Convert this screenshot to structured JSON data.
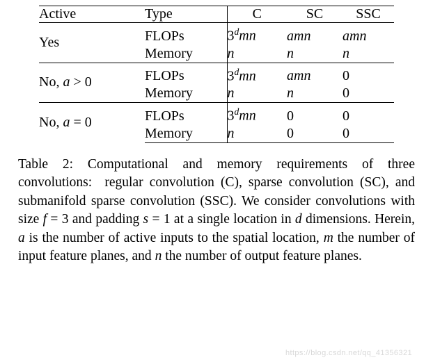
{
  "table": {
    "headers": {
      "active": "Active",
      "type": "Type",
      "c": "C",
      "sc": "SC",
      "ssc": "SSC"
    },
    "groups": [
      {
        "active": "Yes",
        "rows": [
          {
            "type": "FLOPs",
            "c": "3ᵈmn",
            "sc": "amn",
            "ssc": "amn"
          },
          {
            "type": "Memory",
            "c": "n",
            "sc": "n",
            "ssc": "n"
          }
        ]
      },
      {
        "active": "No, a > 0",
        "rows": [
          {
            "type": "FLOPs",
            "c": "3ᵈmn",
            "sc": "amn",
            "ssc": "0"
          },
          {
            "type": "Memory",
            "c": "n",
            "sc": "n",
            "ssc": "0"
          }
        ]
      },
      {
        "active": "No, a = 0",
        "rows": [
          {
            "type": "FLOPs",
            "c": "3ᵈmn",
            "sc": "0",
            "ssc": "0"
          },
          {
            "type": "Memory",
            "c": "n",
            "sc": "0",
            "ssc": "0"
          }
        ]
      }
    ]
  },
  "caption": {
    "label": "Table 2:",
    "text": "Computational and memory requirements of three convolutions: regular convolution (C), sparse convolution (SC), and submanifold sparse convolution (SSC). We consider convolutions with size f = 3 and padding s = 1 at a single location in d dimensions. Herein, a is the number of active inputs to the spatial location, m the number of input feature planes, and n the number of output feature planes.",
    "full": "Table 2: Computational and memory requirements of three convolutions: regular convolution (C), sparse convolution (SC), and submanifold sparse convolution (SSC). We consider convolutions with size f = 3 and padding s = 1 at a single location in d dimensions. Herein, a is the number of active inputs to the spatial location, m the number of input feature planes, and n the number of output feature planes."
  },
  "watermark": "https://blog.csdn.net/qq_41356321"
}
